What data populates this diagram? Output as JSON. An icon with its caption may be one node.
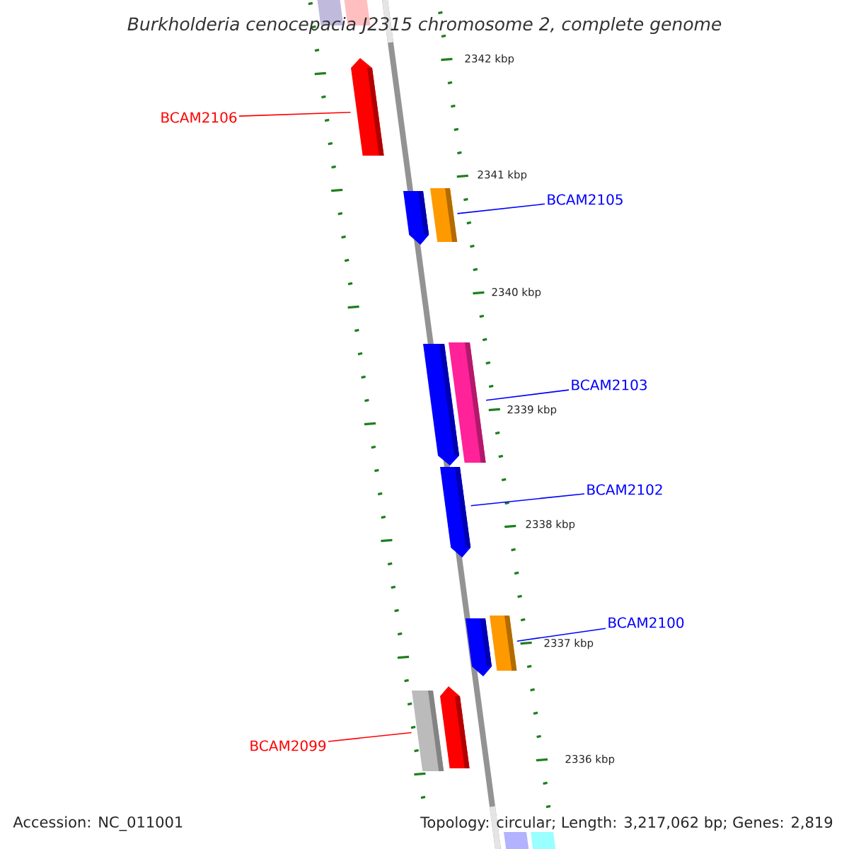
{
  "diagram": {
    "title": "Burkholderia cenocepacia J2315 chromosome 2, complete genome",
    "nodes": [
      {
        "text": [
          "BCAM2106"
        ]
      },
      {
        "text": [],
        "shape": "arrow"
      },
      {
        "text": [],
        "shape": "arrow"
      },
      {
        "text": [],
        "shape": "box"
      },
      {
        "text": [
          "BCAM2105"
        ]
      },
      {
        "text": [],
        "shape": "arrow"
      },
      {
        "text": [],
        "shape": "box"
      },
      {
        "text": [
          "BCAM2103"
        ]
      },
      {
        "text": [],
        "shape": "arrow"
      },
      {
        "text": [
          "BCAM2102"
        ]
      },
      {
        "text": [],
        "shape": "arrow"
      },
      {
        "text": [],
        "shape": "box"
      },
      {
        "text": [
          "BCAM2100"
        ]
      },
      {
        "text": [],
        "shape": "box"
      },
      {
        "text": [],
        "shape": "arrow"
      },
      {
        "text": [
          "BCAM2099"
        ]
      }
    ],
    "edges": [
      {
        "from": 0,
        "to": 1,
        "arrow": "none",
        "color": "#ff0000"
      },
      {
        "from": 4,
        "to": 3,
        "arrow": "none"
      },
      {
        "from": 7,
        "to": 6,
        "arrow": "none"
      },
      {
        "from": 9,
        "to": 8,
        "arrow": "none"
      },
      {
        "from": 12,
        "to": 11,
        "arrow": "none"
      },
      {
        "from": 15,
        "to": 13,
        "arrow": "none",
        "color": "#ff0000"
      }
    ],
    "labels": [
      "2342 kbp",
      "2341 kbp",
      "2340 kbp",
      "2339 kbp",
      "2338 kbp",
      "2337 kbp",
      "2336 kbp",
      "Accession: NC_011001",
      "Topology: circular; Length: 3,217,062 bp; Genes: 2,819"
    ]
  }
}
